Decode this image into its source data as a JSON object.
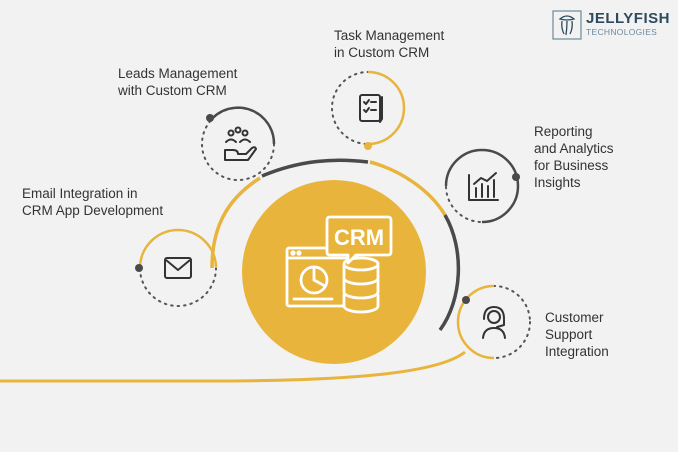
{
  "logo": {
    "name": "JELLYFISH",
    "sub": "TECHNOLOGIES"
  },
  "center": {
    "badge_text": "CRM"
  },
  "features": [
    {
      "label": "Email Integration in\nCRM App Development",
      "icon": "envelope-icon"
    },
    {
      "label": "Leads Management\nwith Custom CRM",
      "icon": "hand-with-people-icon"
    },
    {
      "label": "Task Management\nin Custom CRM",
      "icon": "clipboard-checklist-icon"
    },
    {
      "label": "Reporting\nand Analytics\nfor Business\nInsights",
      "icon": "bar-chart-icon"
    },
    {
      "label": "Customer\nSupport\nIntegration",
      "icon": "support-agent-icon"
    }
  ],
  "colors": {
    "background": "#f2f2f2",
    "accent": "#e8b43c",
    "line_dark": "#4a4a4a",
    "text": "#333333"
  }
}
